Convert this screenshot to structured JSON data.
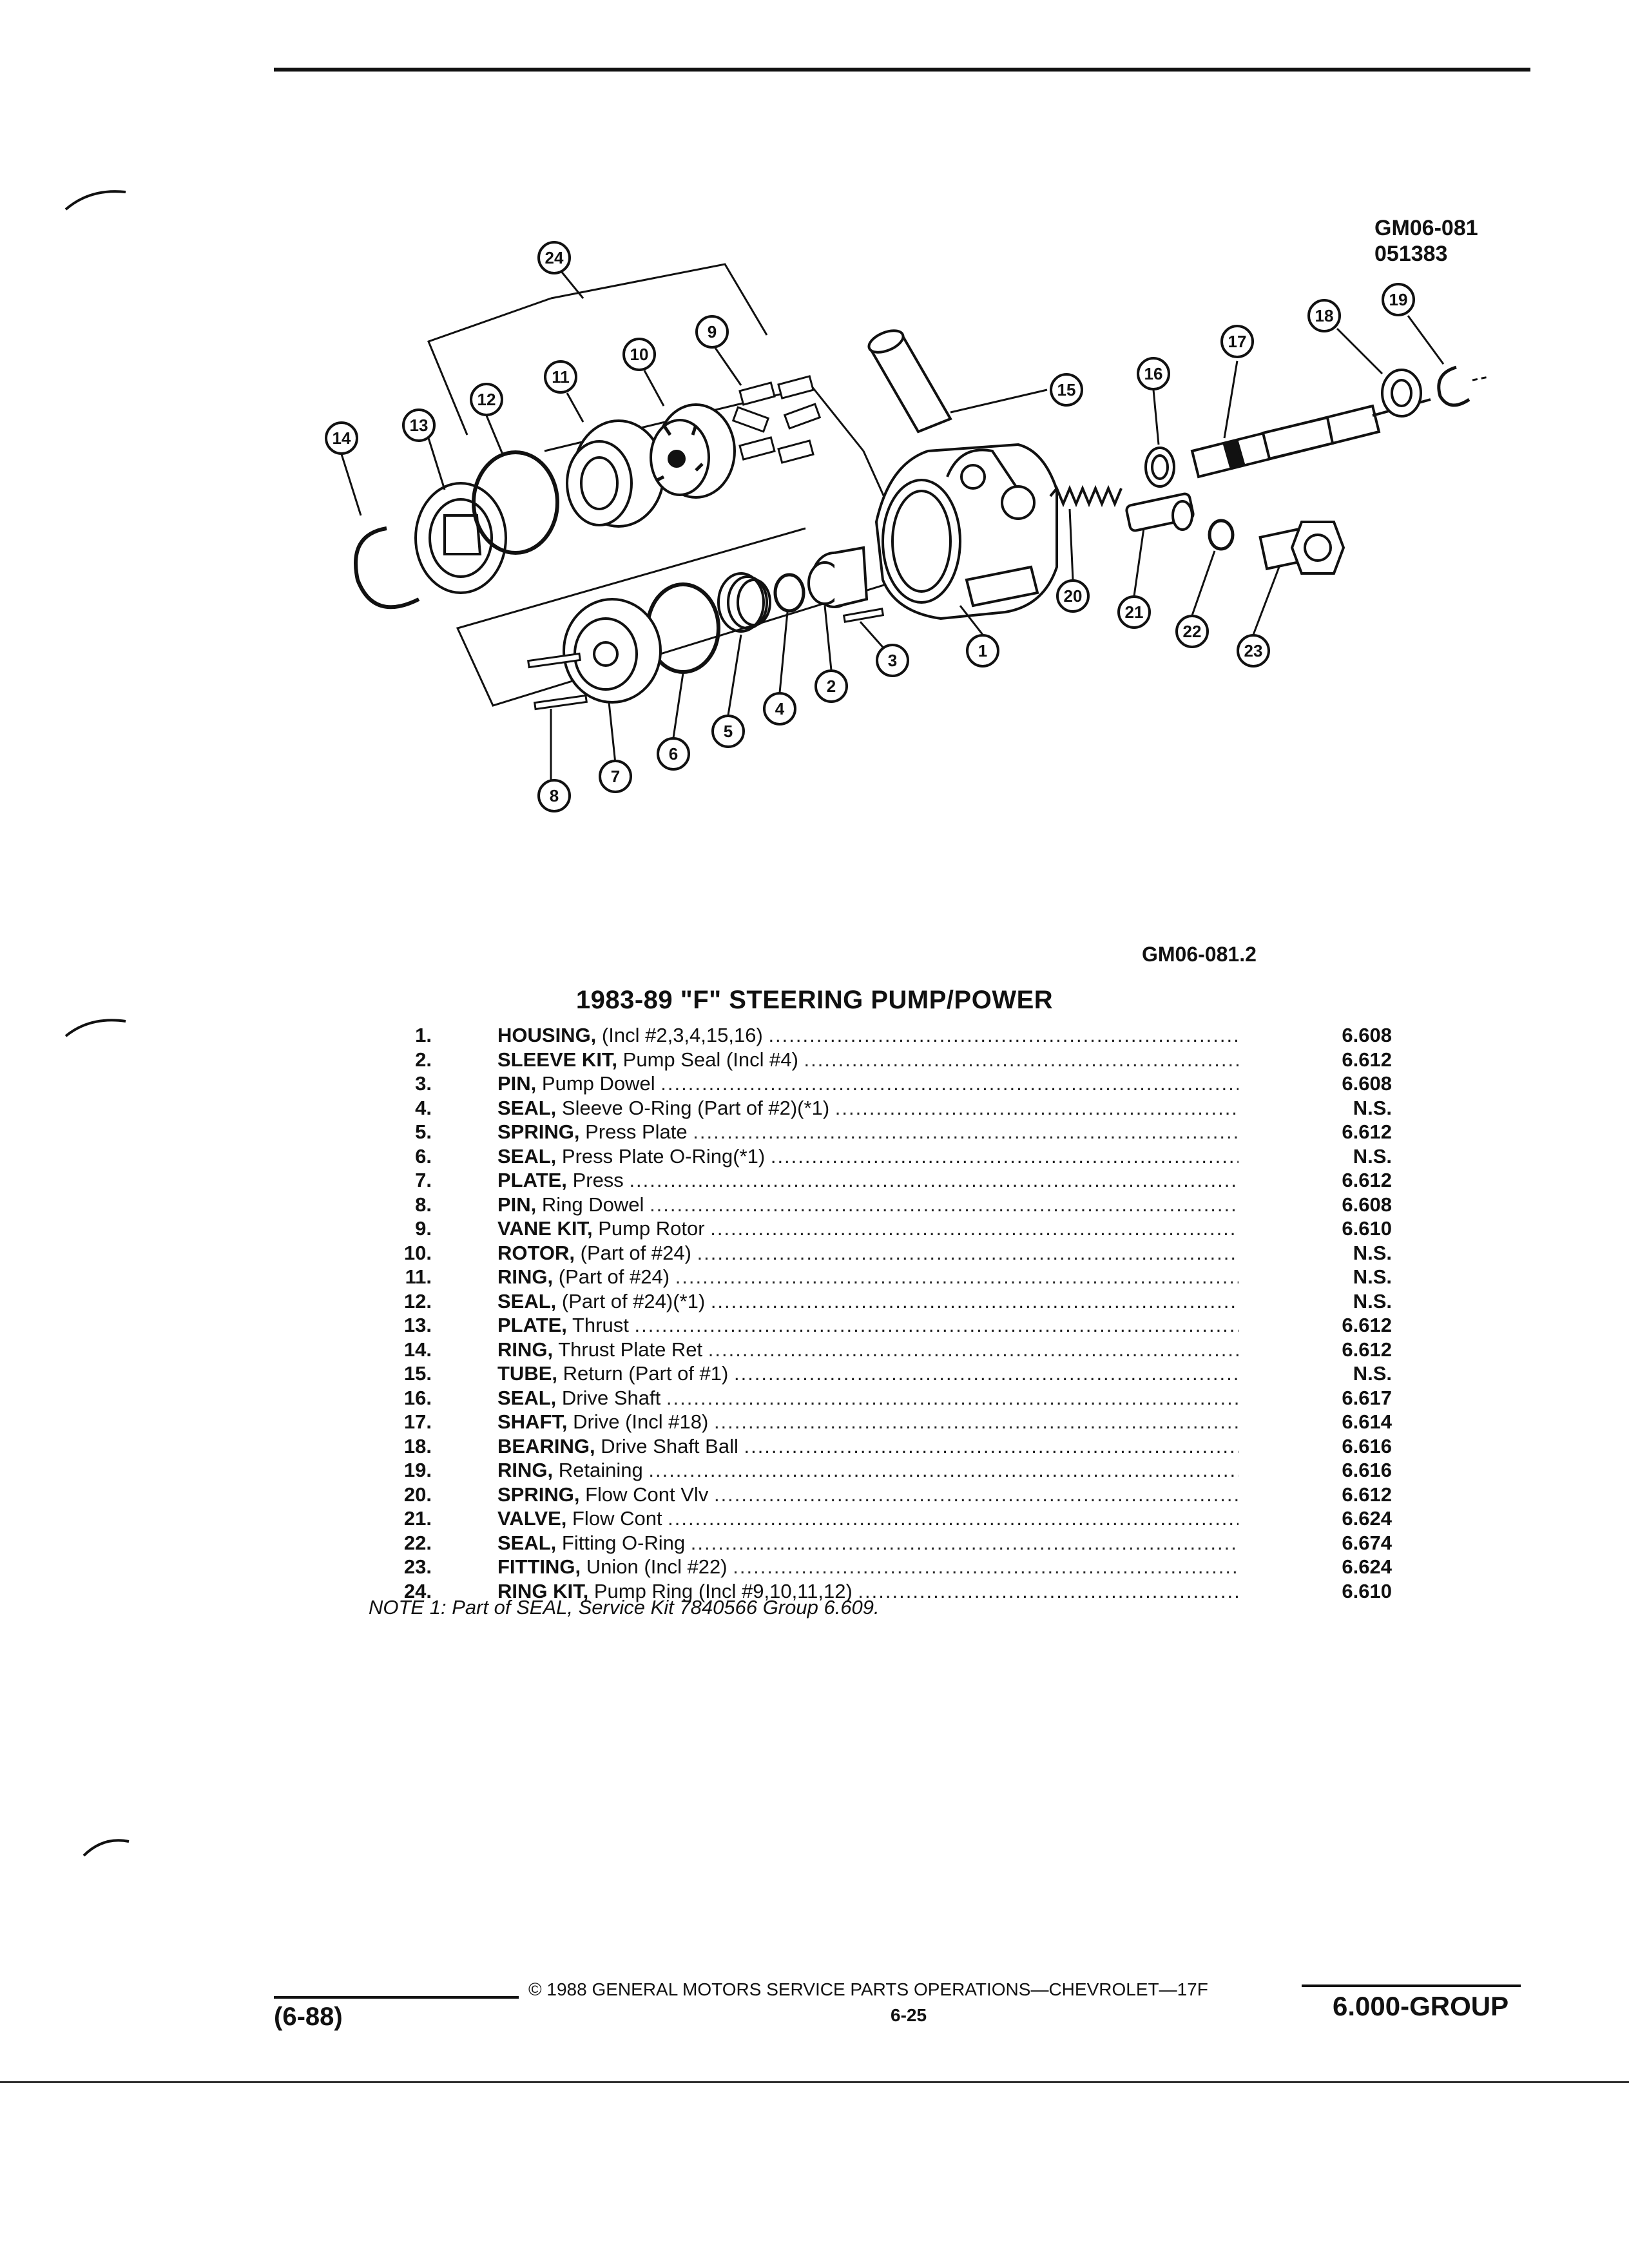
{
  "figure": {
    "code_1": "GM06-081",
    "code_2": "051383",
    "ref": "GM06-081.2",
    "callouts": [
      "1",
      "2",
      "3",
      "4",
      "5",
      "6",
      "7",
      "8",
      "9",
      "10",
      "11",
      "12",
      "13",
      "14",
      "15",
      "16",
      "17",
      "18",
      "19",
      "20",
      "21",
      "22",
      "23",
      "24"
    ]
  },
  "title": "1983-89 \"F\" STEERING PUMP/POWER",
  "parts": [
    {
      "num": "1.",
      "name": "HOUSING,",
      "detail": "(Incl #2,3,4,15,16)",
      "group": "6.608"
    },
    {
      "num": "2.",
      "name": "SLEEVE KIT,",
      "detail": "Pump Seal (Incl #4)",
      "group": "6.612"
    },
    {
      "num": "3.",
      "name": "PIN,",
      "detail": "Pump Dowel",
      "group": "6.608"
    },
    {
      "num": "4.",
      "name": "SEAL,",
      "detail": "Sleeve O-Ring (Part of #2)(*1)",
      "group": "N.S."
    },
    {
      "num": "5.",
      "name": "SPRING,",
      "detail": "Press Plate",
      "group": "6.612"
    },
    {
      "num": "6.",
      "name": "SEAL,",
      "detail": "Press Plate O-Ring(*1)",
      "group": "N.S."
    },
    {
      "num": "7.",
      "name": "PLATE,",
      "detail": "Press",
      "group": "6.612"
    },
    {
      "num": "8.",
      "name": "PIN,",
      "detail": "Ring Dowel",
      "group": "6.608"
    },
    {
      "num": "9.",
      "name": "VANE KIT,",
      "detail": "Pump Rotor",
      "group": "6.610"
    },
    {
      "num": "10.",
      "name": "ROTOR,",
      "detail": "(Part of #24)",
      "group": "N.S."
    },
    {
      "num": "11.",
      "name": "RING,",
      "detail": "(Part of #24)",
      "group": "N.S."
    },
    {
      "num": "12.",
      "name": "SEAL,",
      "detail": "(Part of #24)(*1)",
      "group": "N.S."
    },
    {
      "num": "13.",
      "name": "PLATE,",
      "detail": "Thrust",
      "group": "6.612"
    },
    {
      "num": "14.",
      "name": "RING,",
      "detail": "Thrust Plate Ret",
      "group": "6.612"
    },
    {
      "num": "15.",
      "name": "TUBE,",
      "detail": "Return (Part of #1)",
      "group": "N.S."
    },
    {
      "num": "16.",
      "name": "SEAL,",
      "detail": "Drive Shaft",
      "group": "6.617"
    },
    {
      "num": "17.",
      "name": "SHAFT,",
      "detail": "Drive (Incl #18)",
      "group": "6.614"
    },
    {
      "num": "18.",
      "name": "BEARING,",
      "detail": "Drive Shaft Ball",
      "group": "6.616"
    },
    {
      "num": "19.",
      "name": "RING,",
      "detail": "Retaining",
      "group": "6.616"
    },
    {
      "num": "20.",
      "name": "SPRING,",
      "detail": "Flow Cont Vlv",
      "group": "6.612"
    },
    {
      "num": "21.",
      "name": "VALVE,",
      "detail": "Flow Cont",
      "group": "6.624"
    },
    {
      "num": "22.",
      "name": "SEAL,",
      "detail": "Fitting O-Ring",
      "group": "6.674"
    },
    {
      "num": "23.",
      "name": "FITTING,",
      "detail": "Union (Incl #22)",
      "group": "6.624"
    },
    {
      "num": "24.",
      "name": "RING KIT,",
      "detail": "Pump Ring (Incl #9,10,11,12)",
      "group": "6.610"
    }
  ],
  "note": "NOTE 1: Part of SEAL, Service Kit 7840566 Group 6.609.",
  "footer": {
    "copyright": "©  1988  GENERAL MOTORS SERVICE PARTS OPERATIONS—CHEVROLET—17F",
    "page": "6-25",
    "date": "(6-88)",
    "group": "6.000-GROUP"
  }
}
